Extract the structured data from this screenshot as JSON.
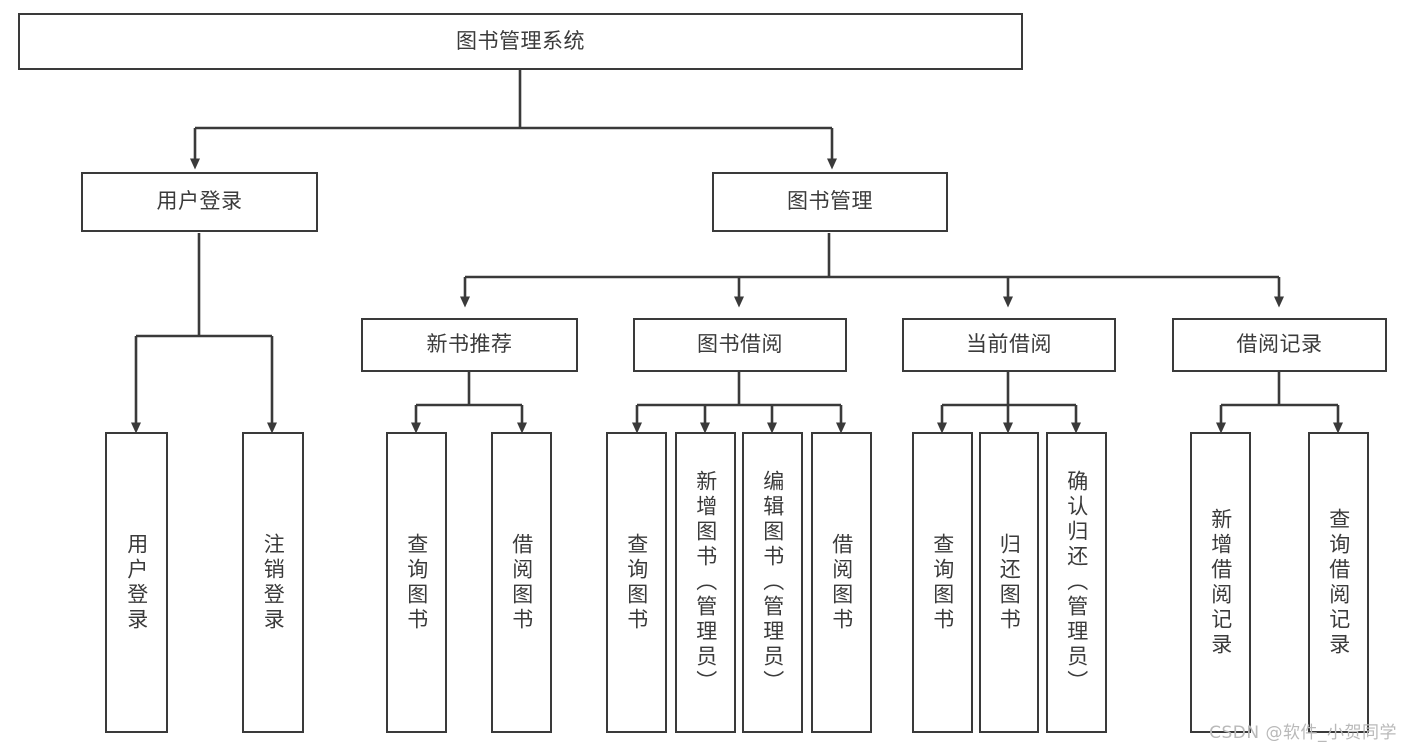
{
  "diagram": {
    "title": "图书管理系统",
    "type": "tree-hierarchy-chart",
    "colors": {
      "box_border": "#3a3a3a",
      "box_fill": "#ffffff",
      "text": "#3b3b3b",
      "connector": "#3a3a3a",
      "watermark": "#b9b9b9",
      "background": "#ffffff"
    },
    "root": {
      "label": "图书管理系统"
    },
    "level2": [
      {
        "label": "用户登录"
      },
      {
        "label": "图书管理"
      }
    ],
    "level3": [
      {
        "label": "新书推荐"
      },
      {
        "label": "图书借阅"
      },
      {
        "label": "当前借阅"
      },
      {
        "label": "借阅记录"
      }
    ],
    "leaves": {
      "user_login": [
        {
          "label": "用户登录"
        },
        {
          "label": "注销登录"
        }
      ],
      "new_book_recommend": [
        {
          "label": "查询图书"
        },
        {
          "label": "借阅图书"
        }
      ],
      "book_borrow": [
        {
          "label": "查询图书"
        },
        {
          "label": "新增图书（管理员）"
        },
        {
          "label": "编辑图书（管理员）"
        },
        {
          "label": "借阅图书"
        }
      ],
      "current_borrow": [
        {
          "label": "查询图书"
        },
        {
          "label": "归还图书"
        },
        {
          "label": "确认归还（管理员）"
        }
      ],
      "borrow_record": [
        {
          "label": "新增借阅记录"
        },
        {
          "label": "查询借阅记录"
        }
      ]
    },
    "watermark": "CSDN @软件_小贺同学"
  }
}
